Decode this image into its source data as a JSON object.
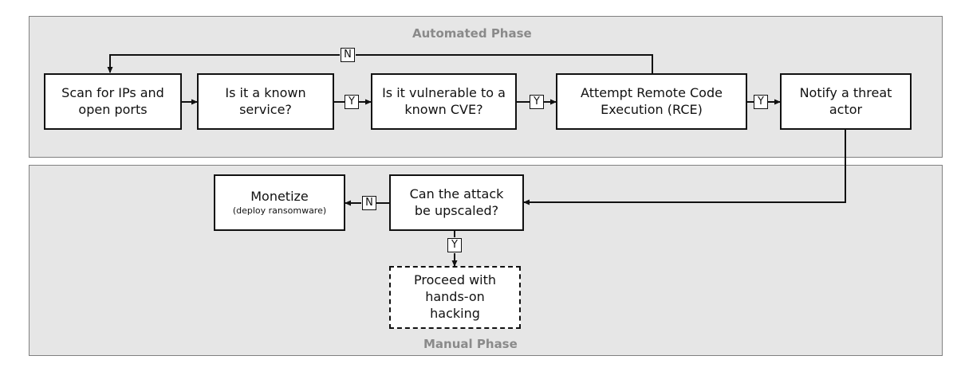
{
  "phases": {
    "automated": "Automated Phase",
    "manual": "Manual Phase"
  },
  "nodes": {
    "scan": "Scan for IPs and open ports",
    "known_service": "Is it a known service?",
    "vulnerable": "Is it vulnerable to a known CVE?",
    "rce": "Attempt Remote Code Execution (RCE)",
    "notify": "Notify a threat actor",
    "upscale": "Can the attack be upscaled?",
    "monetize": "Monetize",
    "monetize_sub": "(deploy ransomware)",
    "hands_on": "Proceed with hands-on hacking"
  },
  "labels": {
    "yes": "Y",
    "no": "N"
  }
}
